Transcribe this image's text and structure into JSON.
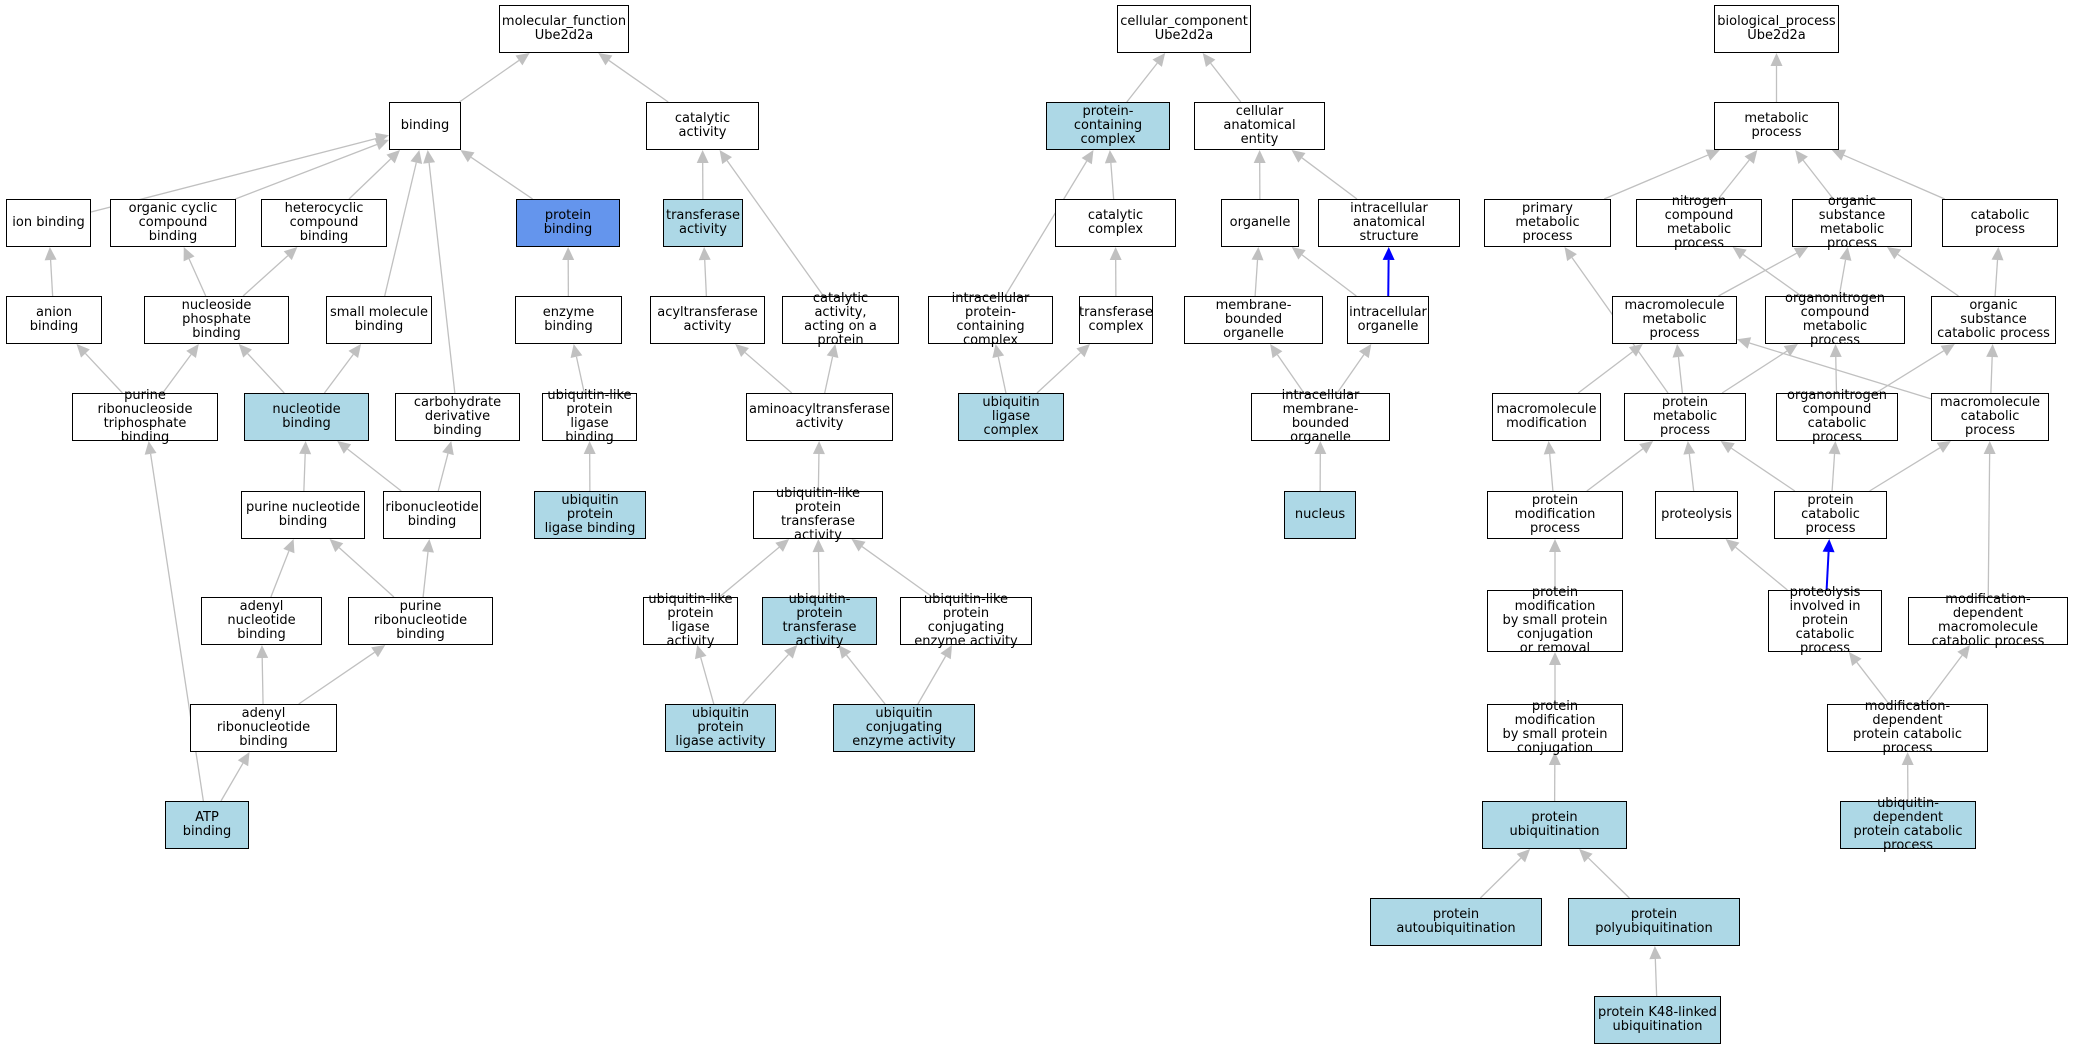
{
  "colors": {
    "default_fill": "#ffffff",
    "annotated_fill": "#add8e6",
    "query_fill": "#6495ed",
    "edge_gray": "#c0c0c0",
    "edge_blue": "#0000ff"
  },
  "nodes": {
    "mf_root": "molecular_function\nUbe2d2a",
    "binding": "binding",
    "catalytic_activity": "catalytic activity",
    "ion_binding": "ion binding",
    "organic_cyclic": "organic cyclic\ncompound binding",
    "heterocyclic": "heterocyclic\ncompound binding",
    "protein_binding": "protein binding",
    "transferase_activity": "transferase\nactivity",
    "anion_binding": "anion binding",
    "nucleoside_phosphate": "nucleoside phosphate\nbinding",
    "small_molecule": "small molecule\nbinding",
    "enzyme_binding": "enzyme binding",
    "acyltransferase": "acyltransferase\nactivity",
    "catalytic_on_protein": "catalytic activity,\nacting on a\nprotein",
    "purine_ribonucleoside_tp": "purine ribonucleoside\ntriphosphate\nbinding",
    "nucleotide_binding": "nucleotide binding",
    "carbohydrate_derivative": "carbohydrate\nderivative binding",
    "ubl_protein_ligase_binding": "ubiquitin-like\nprotein ligase\nbinding",
    "aminoacyltransferase": "aminoacyltransferase\nactivity",
    "purine_nucleotide": "purine nucleotide\nbinding",
    "ribonucleotide": "ribonucleotide\nbinding",
    "ub_protein_ligase_binding": "ubiquitin protein\nligase binding",
    "ubl_protein_transferase": "ubiquitin-like\nprotein transferase\nactivity",
    "adenyl_nucleotide": "adenyl nucleotide\nbinding",
    "purine_ribonucleotide": "purine ribonucleotide\nbinding",
    "ubl_protein_ligase_activity": "ubiquitin-like\nprotein ligase\nactivity",
    "ub_protein_transferase": "ubiquitin-protein\ntransferase\nactivity",
    "ubl_conjugating": "ubiquitin-like\nprotein conjugating\nenzyme activity",
    "adenyl_ribonucleotide": "adenyl ribonucleotide\nbinding",
    "ub_protein_ligase_activity": "ubiquitin protein\nligase activity",
    "ub_conjugating": "ubiquitin conjugating\nenzyme activity",
    "atp_binding": "ATP binding",
    "cc_root": "cellular_component\nUbe2d2a",
    "protein_containing_complex": "protein-containing\ncomplex",
    "cellular_anatomical_entity": "cellular anatomical\nentity",
    "catalytic_complex": "catalytic complex",
    "organelle": "organelle",
    "intracellular_anatomical": "intracellular\nanatomical structure",
    "intracellular_pc_complex": "intracellular\nprotein-containing\ncomplex",
    "transferase_complex": "transferase\ncomplex",
    "membrane_bounded_organelle": "membrane-bounded\norganelle",
    "intracellular_organelle": "intracellular\norganelle",
    "ub_ligase_complex": "ubiquitin ligase\ncomplex",
    "intracellular_mb_organelle": "intracellular\nmembrane-bounded\norganelle",
    "nucleus": "nucleus",
    "bp_root": "biological_process\nUbe2d2a",
    "metabolic_process": "metabolic process",
    "primary_metabolic": "primary metabolic\nprocess",
    "nitrogen_compound_metabolic": "nitrogen compound\nmetabolic process",
    "organic_substance_metabolic": "organic substance\nmetabolic process",
    "catabolic_process": "catabolic process",
    "macromolecule_metabolic": "macromolecule\nmetabolic process",
    "organonitrogen_metabolic": "organonitrogen\ncompound metabolic\nprocess",
    "organic_substance_catabolic": "organic substance\ncatabolic process",
    "macromolecule_modification": "macromolecule\nmodification",
    "protein_metabolic": "protein metabolic\nprocess",
    "organonitrogen_catabolic": "organonitrogen\ncompound catabolic\nprocess",
    "macromolecule_catabolic": "macromolecule\ncatabolic process",
    "protein_modification_process": "protein modification\nprocess",
    "proteolysis": "proteolysis",
    "protein_catabolic": "protein catabolic\nprocess",
    "pm_small_protein_cr": "protein modification\nby small protein\nconjugation\nor removal",
    "proteolysis_catabolic": "proteolysis\ninvolved in\nprotein catabolic\nprocess",
    "mod_dependent_macromolecule_catabolic": "modification-dependent\nmacromolecule\ncatabolic process",
    "pm_small_protein_conj": "protein modification\nby small protein\nconjugation",
    "mod_dependent_protein_catabolic": "modification-dependent\nprotein catabolic\nprocess",
    "protein_ubiquitination": "protein ubiquitination",
    "ub_dependent_protein_catabolic": "ubiquitin-dependent\nprotein catabolic\nprocess",
    "protein_autoubiquitination": "protein autoubiquitination",
    "protein_polyubiquitination": "protein polyubiquitination",
    "k48_ubiquitination": "protein K48-linked\nubiquitination"
  }
}
